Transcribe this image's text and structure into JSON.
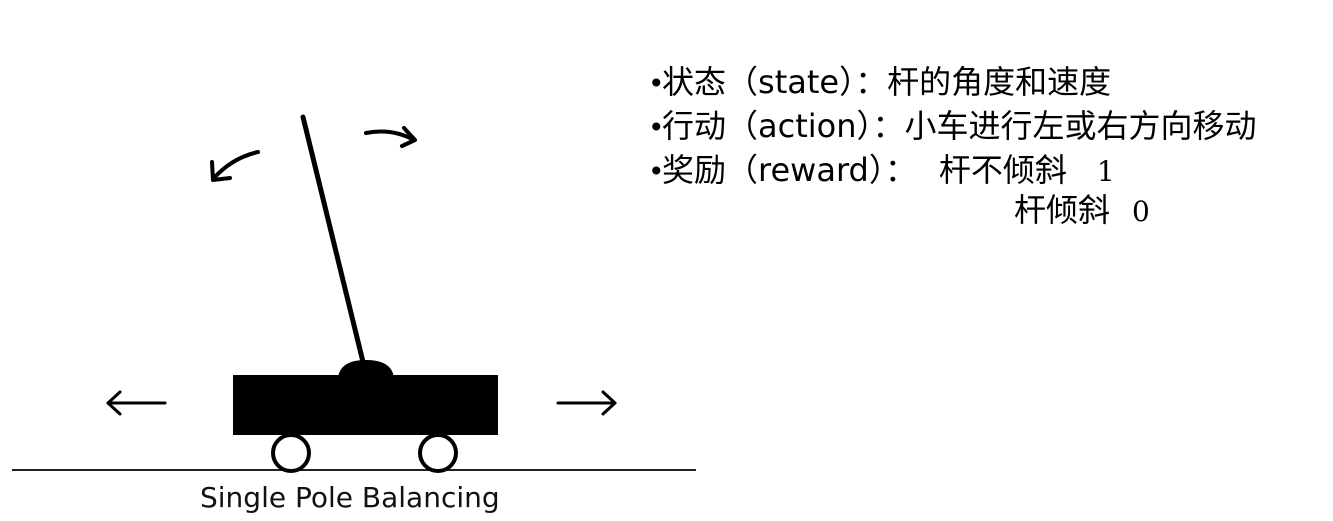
{
  "diagram": {
    "caption": "Single Pole Balancing",
    "arrow_left_glyph": "←",
    "arrow_right_glyph": "→",
    "colors": {
      "ink": "#000000",
      "background": "#ffffff"
    }
  },
  "bullets": {
    "bullet_glyph": "•",
    "state": {
      "label": "状态",
      "term": "（state）：",
      "text": "杆的角度和速度"
    },
    "action": {
      "label": "行动",
      "term": "（action）：",
      "text": "小车进行左或右方向移动"
    },
    "reward": {
      "label": "奖励",
      "term": "（reward）：",
      "positive_text": "杆不倾斜",
      "positive_value": "1",
      "negative_text": "杆倾斜",
      "negative_value": "0"
    }
  }
}
